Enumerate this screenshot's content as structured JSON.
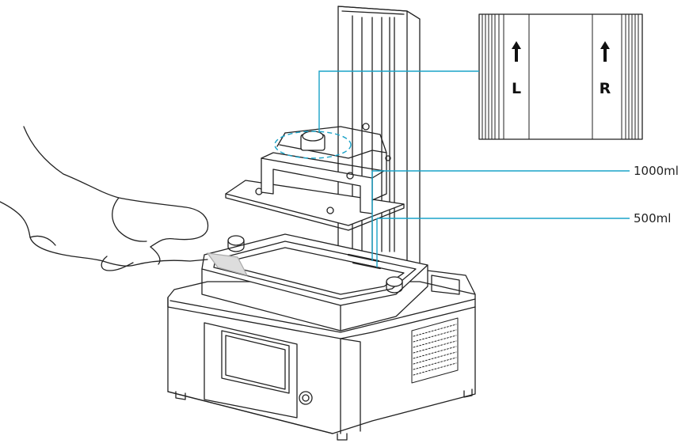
{
  "callouts": {
    "upper_level": "1000ml",
    "lower_level": "500ml"
  },
  "inset": {
    "left_letter": "L",
    "right_letter": "R",
    "arrow_icon": "up-arrow-icon"
  },
  "colors": {
    "callout_line": "#1aa3c8",
    "outline": "#222222"
  }
}
